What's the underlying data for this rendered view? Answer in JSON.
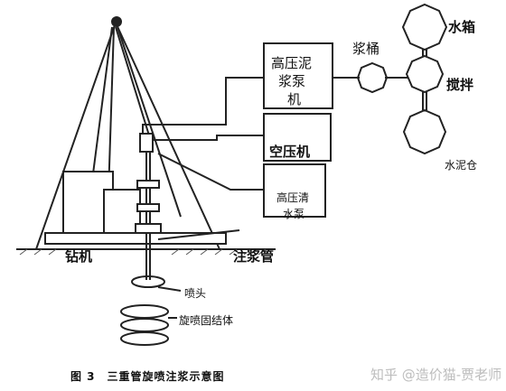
{
  "labels": {
    "high_pressure_mud_pump_line1": "高压泥",
    "high_pressure_mud_pump_line2": "浆泵",
    "high_pressure_mud_pump_line3": "机",
    "air_compressor": "空压机",
    "high_pressure_water_pump_line1": "高压清",
    "high_pressure_water_pump_line2": "水泵",
    "slurry_bucket": "浆桶",
    "water_tank": "水箱",
    "mixer": "搅拌",
    "cement": "水泥仓",
    "drilling_rig": "钻机",
    "grout_pipe": "注浆管",
    "nozzle": "喷头",
    "jet_grout_body": "旋喷固结体"
  },
  "caption": "图 3　三重管旋喷注浆示意图",
  "watermark": "知乎 @造价猫-贾老师"
}
